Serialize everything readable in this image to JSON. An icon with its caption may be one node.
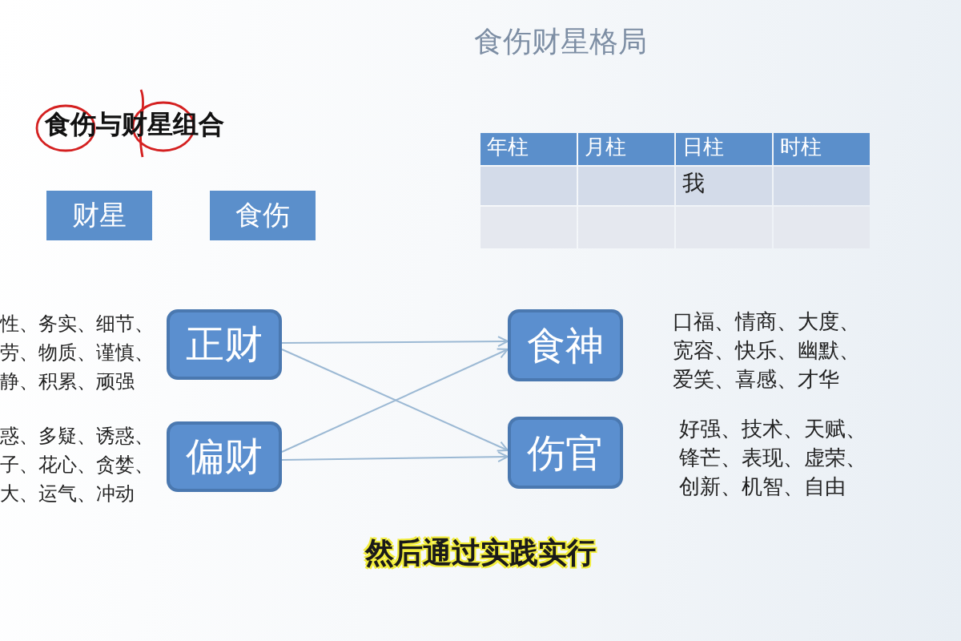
{
  "diagram": {
    "title": "食伤财星格局",
    "nodes": [
      {
        "text": [
          "财星"
        ]
      },
      {
        "text": [
          "食伤"
        ]
      },
      {
        "text": [
          "正财"
        ],
        "beside": [
          "性、务实、细节、劳、物质、谨慎、静、积累、顽强"
        ]
      },
      {
        "text": [
          "食神"
        ],
        "beside": [
          "口福、情商、大度、宽容、快乐、幽默、爱笑、喜感、才华"
        ]
      },
      {
        "text": [
          "偏财"
        ],
        "beside": [
          "惑、多疑、诱惑、子、花心、贪婪、大、运气、冲动"
        ]
      },
      {
        "text": [
          "伤官"
        ],
        "beside": [
          "好强、技术、天赋、锋芒、表现、虚荣、创新、机智、自由"
        ]
      }
    ],
    "edges": [
      {
        "from": 2,
        "to": 3,
        "arrow": "to"
      },
      {
        "from": 2,
        "to": 5,
        "arrow": "to"
      },
      {
        "from": 4,
        "to": 3,
        "arrow": "to"
      },
      {
        "from": 4,
        "to": 5,
        "arrow": "to"
      }
    ],
    "labels": [
      "食伤与财星组合",
      "年柱",
      "月柱",
      "日柱",
      "时柱",
      "我",
      "然后通过实践实行"
    ]
  }
}
